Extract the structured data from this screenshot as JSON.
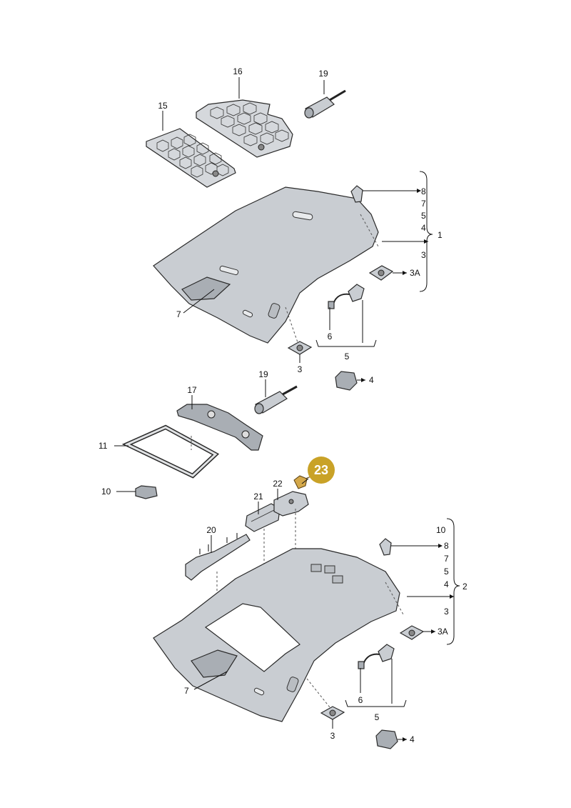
{
  "callouts": {
    "p16": "16",
    "p19a": "19",
    "p15": "15",
    "p8a": "8",
    "p7a": "7",
    "p5a": "5",
    "p4a": "4",
    "p1": "1",
    "p3a": "3",
    "p3Aa": "3A",
    "p7b": "7",
    "p6a": "6",
    "p5b": "5",
    "p3b": "3",
    "p4b": "4",
    "p19b": "19",
    "p17": "17",
    "p11": "11",
    "p10a": "10",
    "p21": "21",
    "p22": "22",
    "p20": "20",
    "p10b": "10",
    "p8b": "8",
    "p7c": "7",
    "p5c": "5",
    "p4c": "4",
    "p2": "2",
    "p3c": "3",
    "p3Ab": "3A",
    "p7d": "7",
    "p6b": "6",
    "p5d": "5",
    "p3d": "3",
    "p4d": "4"
  },
  "highlight": {
    "label": "23",
    "color": "#c9a227",
    "part_color": "#d4a84a"
  }
}
